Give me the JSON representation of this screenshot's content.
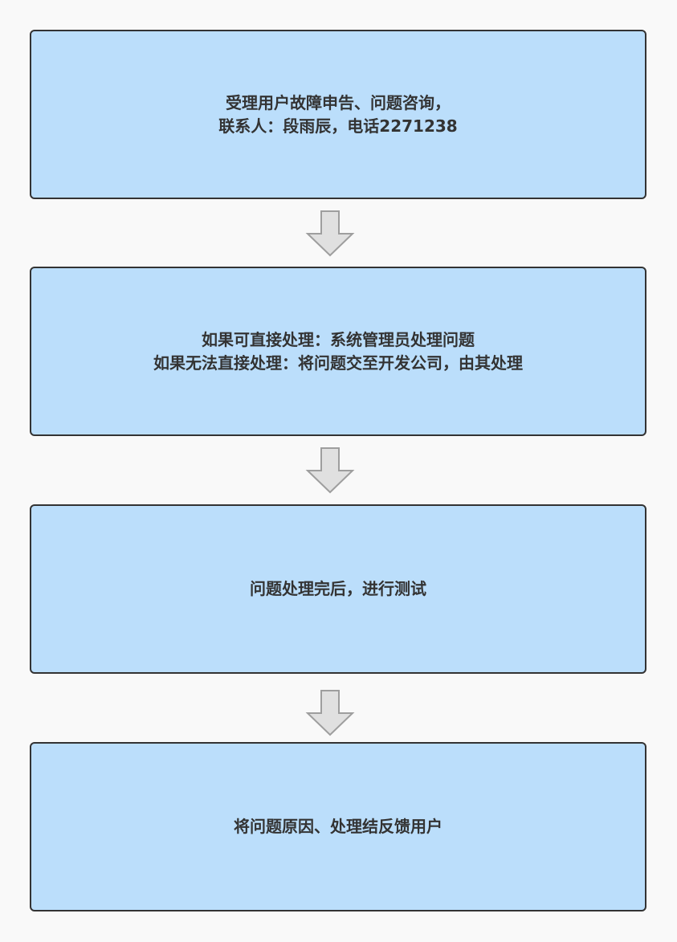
{
  "steps": [
    {
      "lines": [
        "受理用户故障申告、问题咨询，",
        "联系人：段雨辰，电话2271238"
      ]
    },
    {
      "lines": [
        "如果可直接处理：系统管理员处理问题",
        "如果无法直接处理：将问题交至开发公司，由其处理"
      ]
    },
    {
      "lines": [
        "问题处理完后，进行测试"
      ]
    },
    {
      "lines": [
        "将问题原因、处理结反馈用户"
      ]
    }
  ],
  "colors": {
    "box_fill": "#bbdefb",
    "box_border": "#333333",
    "text": "#333333",
    "arrow_fill": "#e0e0e0",
    "arrow_stroke": "#9e9e9e",
    "background": "#f9f9f9"
  }
}
